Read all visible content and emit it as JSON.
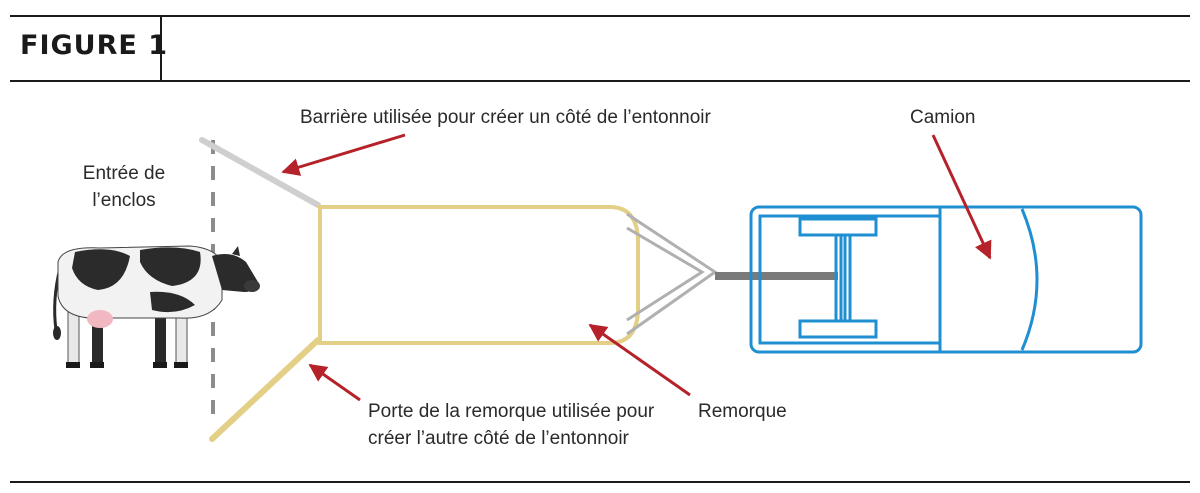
{
  "figure": {
    "title": "FIGURE 1"
  },
  "labels": {
    "barrier": "Barrière utilisée pour créer un côté de l’entonnoir",
    "pen_entry_line1": "Entrée de",
    "pen_entry_line2": "l’enclos",
    "truck": "Camion",
    "trailer": "Remorque",
    "gate_line1": "Porte de la remorque utilisée pour",
    "gate_line2": "créer l’autre côté de l’entonnoir"
  },
  "colors": {
    "arrow": "#b5222a",
    "truck": "#1f8fd1",
    "trailer": "#e3cf86",
    "barrier": "#cfcfcf",
    "hitch": "#7a7a7a",
    "pen_line": "#8c8c8c"
  }
}
